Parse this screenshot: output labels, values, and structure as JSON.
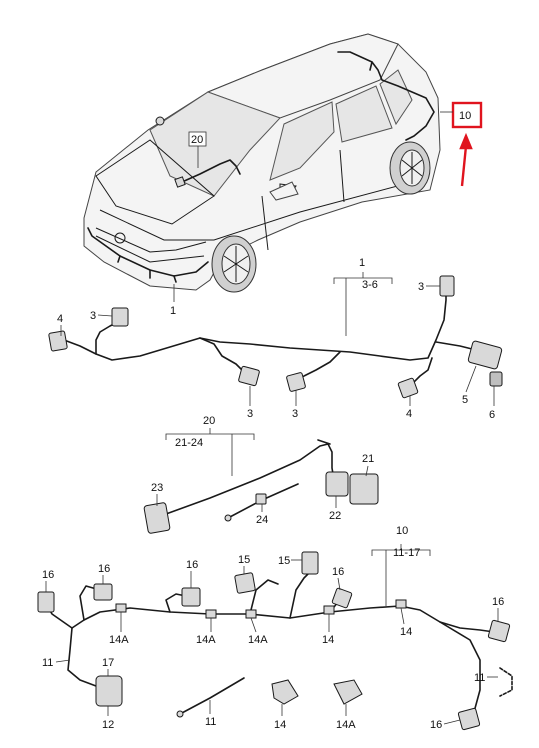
{
  "labels": {
    "l1_car": "1",
    "l20_car": "20",
    "l10_box": "10",
    "g1_head": "1",
    "g1_range": "3-6",
    "g1_p3a": "3",
    "g1_p4a": "4",
    "g1_p3b": "3",
    "g1_p3c": "3",
    "g1_p3d": "3",
    "g1_p4b": "4",
    "g1_p5": "5",
    "g1_p6": "6",
    "g20_head": "20",
    "g20_range": "21-24",
    "g20_p21": "21",
    "g20_p22": "22",
    "g20_p23": "23",
    "g20_p24": "24",
    "g10_head": "10",
    "g10_range": "11-17",
    "g10_p16a": "16",
    "g10_p16b": "16",
    "g10_p16c": "16",
    "g10_p15a": "15",
    "g10_p15b": "15",
    "g10_p16d": "16",
    "g10_p16e": "16",
    "g10_p16f": "16",
    "g10_p14a_1": "14A",
    "g10_p14a_2": "14A",
    "g10_p14a_3": "14A",
    "g10_p14_1": "14",
    "g10_p14_2": "14",
    "g10_p11a": "11",
    "g10_p17": "17",
    "g10_p12": "12",
    "g10_p11b": "11",
    "g10_p11c": "11",
    "g10_p14_3": "14",
    "g10_p14a_4": "14A"
  },
  "colors": {
    "highlight": "#e0141e",
    "line": "#1a1a1a"
  }
}
